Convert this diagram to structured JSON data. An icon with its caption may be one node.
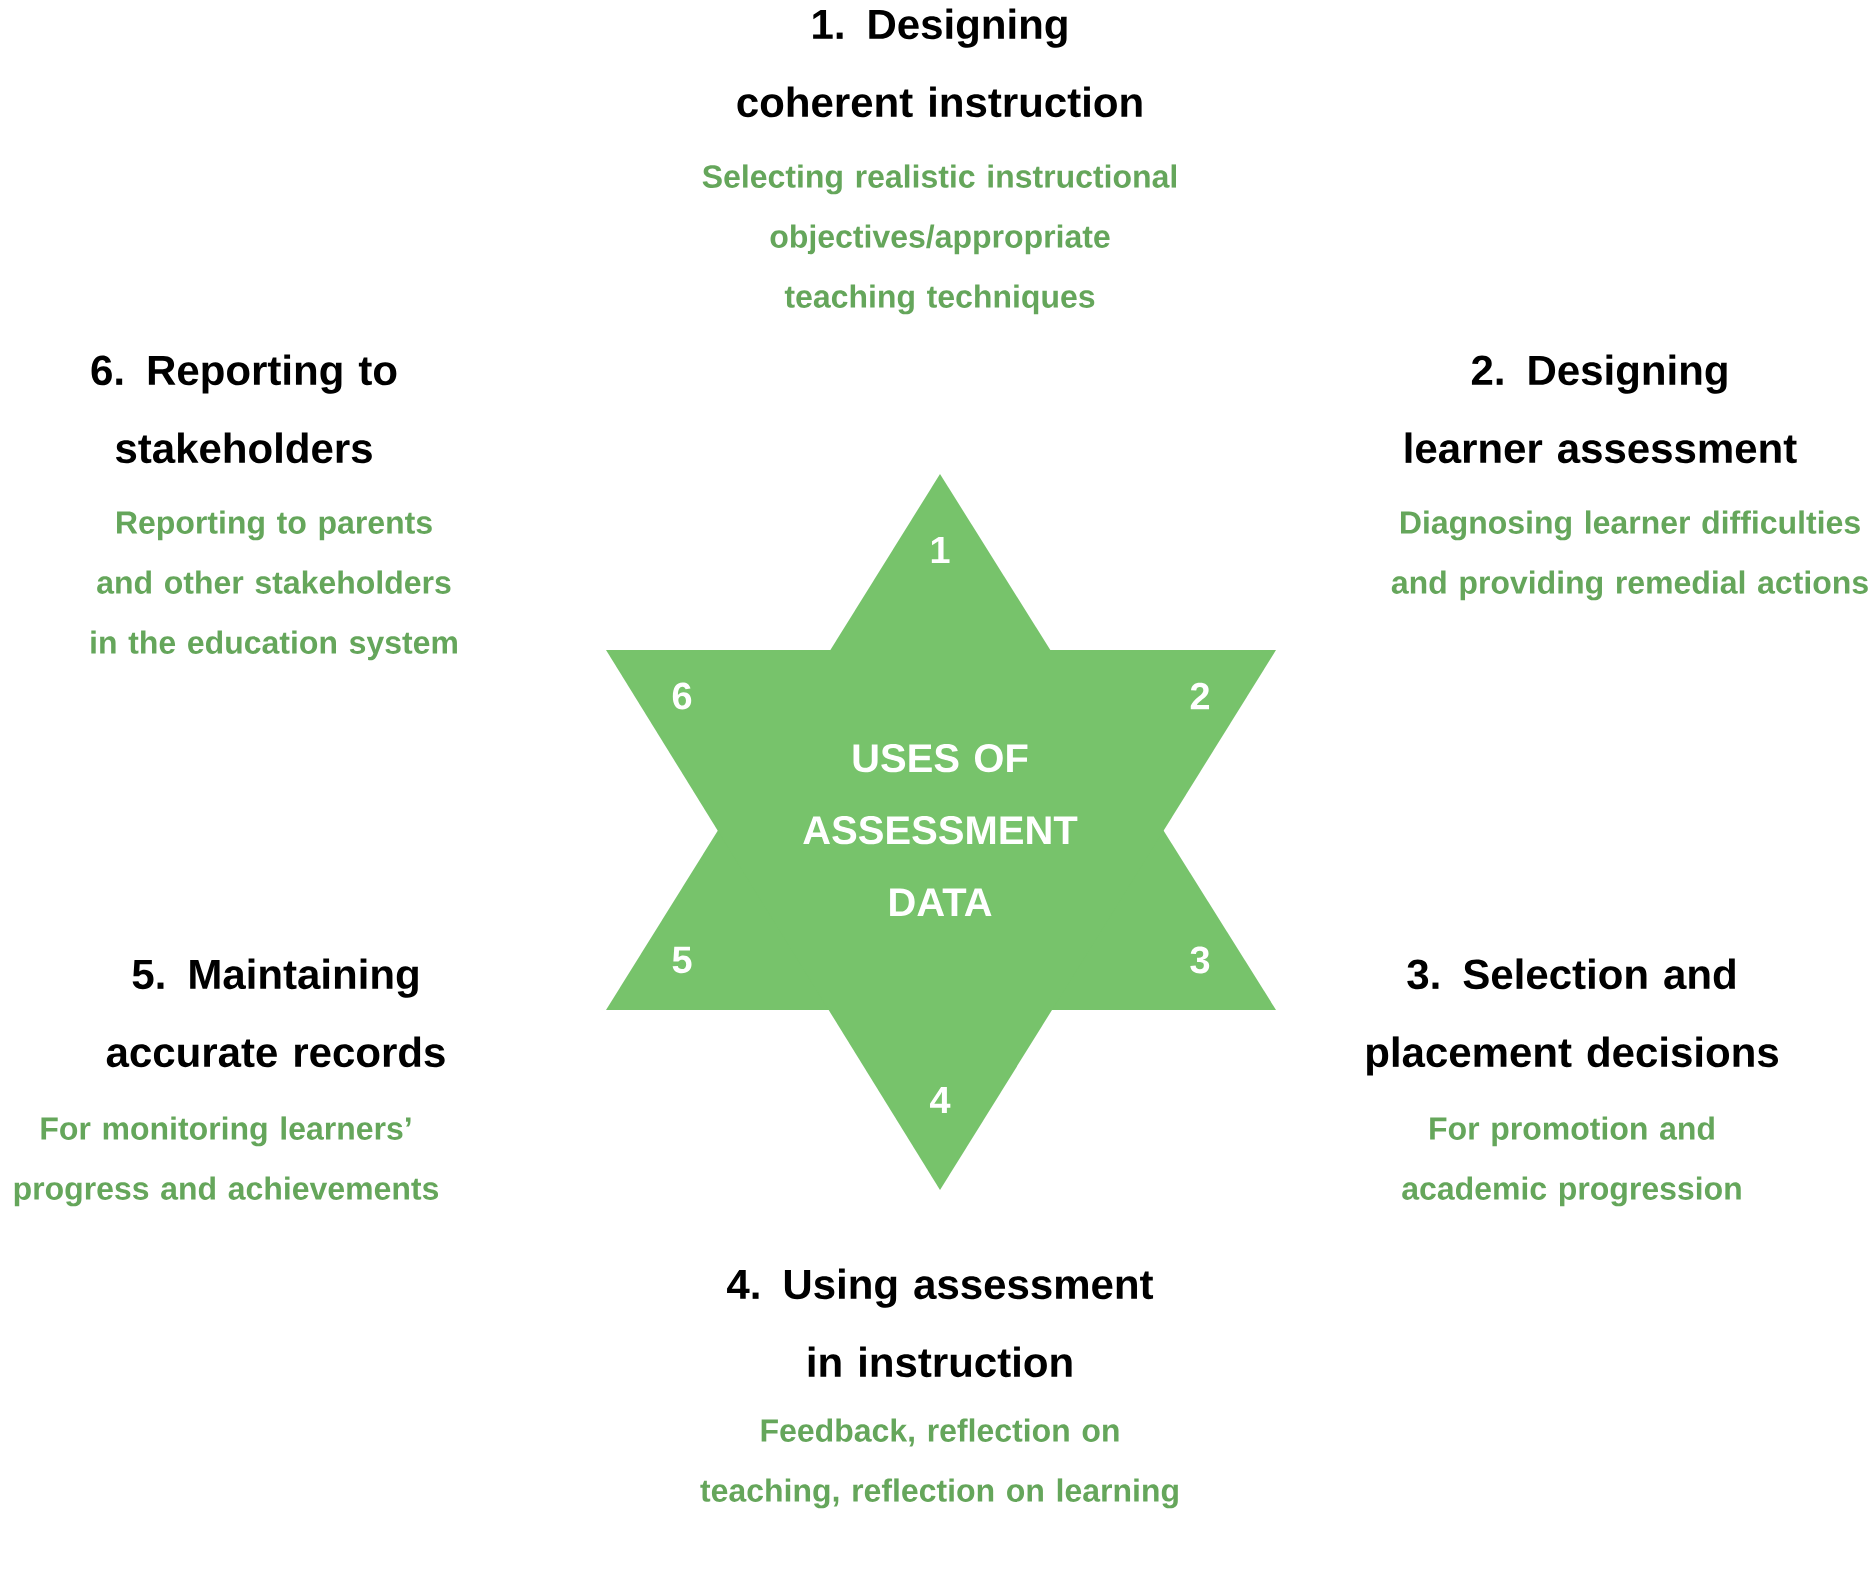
{
  "diagram": {
    "nodes": [
      {
        "text": [
          "USES OF ASSESSMENT DATA"
        ]
      }
    ],
    "labels": [
      "1. Designing coherent instruction",
      "Selecting realistic instructional objectives/appropriate teaching techniques",
      "6. Reporting to stakeholders",
      "Reporting to parents and other stakeholders in the education system",
      "2. Designing learner assessment",
      "Diagnosing learner difficulties and providing remedial actions",
      "1",
      "6",
      "2",
      "5",
      "3",
      "4",
      "5. Maintaining accurate records",
      "For monitoring learners’ progress and achievements",
      "3. Selection and placement decisions",
      "For promotion and academic progression",
      "4. Using assessment in instruction",
      "Feedback, reflection on teaching, reflection on learning"
    ]
  }
}
